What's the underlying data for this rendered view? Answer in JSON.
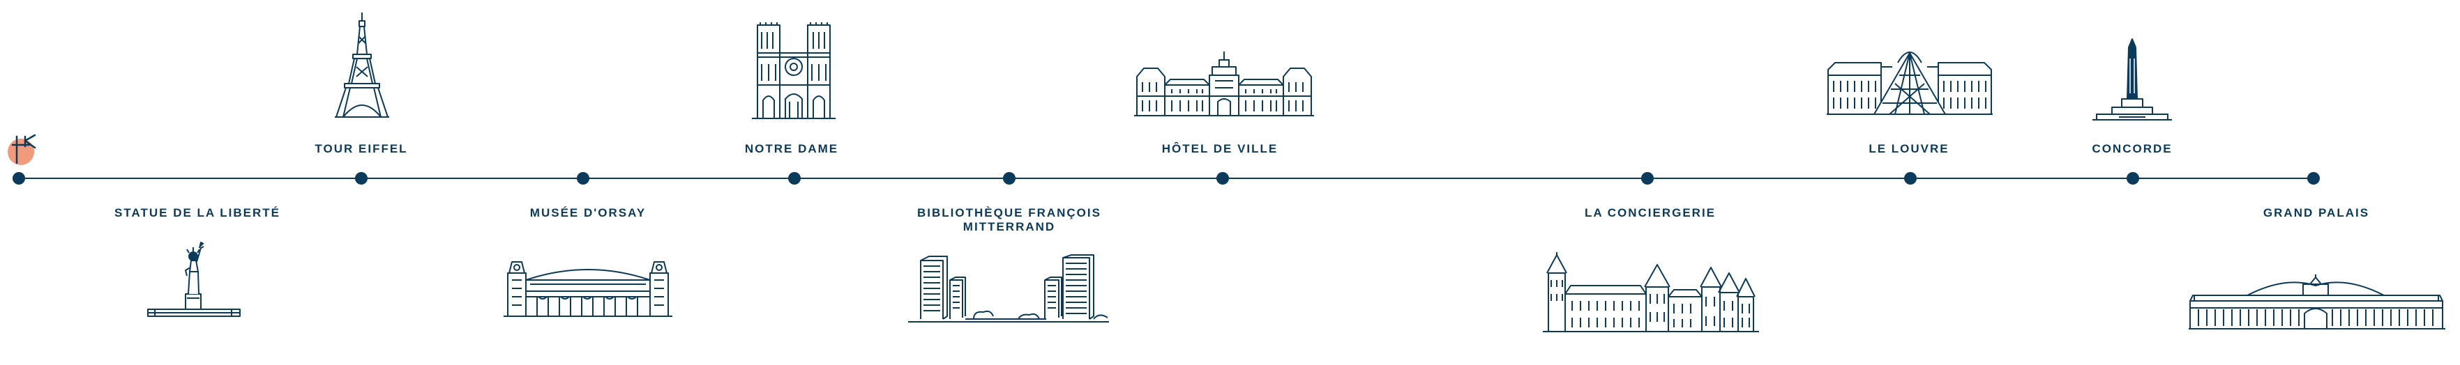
{
  "colors": {
    "line": "#0b3a5a",
    "accent": "#f29a7c"
  },
  "start_marker": {
    "icon": "flag-start-icon"
  },
  "landmarks": [
    {
      "id": "liberte",
      "label": "STATUE DE LA LIBERTÉ",
      "icon": "statue-of-liberty-icon"
    },
    {
      "id": "eiffel",
      "label": "TOUR EIFFEL",
      "icon": "eiffel-tower-icon"
    },
    {
      "id": "orsay",
      "label": "MUSÉE D'ORSAY",
      "icon": "musee-orsay-icon"
    },
    {
      "id": "notre-dame",
      "label": "NOTRE DAME",
      "icon": "notre-dame-icon"
    },
    {
      "id": "bibliotheque",
      "label": "BIBLIOTHÈQUE FRANÇOIS MITTERRAND",
      "label_line1": "BIBLIOTHÈQUE FRANÇOIS",
      "label_line2": "MITTERRAND",
      "icon": "library-towers-icon"
    },
    {
      "id": "hotel-de-ville",
      "label": "HÔTEL DE VILLE",
      "icon": "hotel-de-ville-icon"
    },
    {
      "id": "conciergerie",
      "label": "LA CONCIERGERIE",
      "icon": "conciergerie-icon"
    },
    {
      "id": "louvre",
      "label": "LE LOUVRE",
      "icon": "louvre-pyramid-icon"
    },
    {
      "id": "concorde",
      "label": "CONCORDE",
      "icon": "obelisk-icon"
    },
    {
      "id": "grand-palais",
      "label": "GRAND PALAIS",
      "icon": "grand-palais-icon"
    }
  ]
}
